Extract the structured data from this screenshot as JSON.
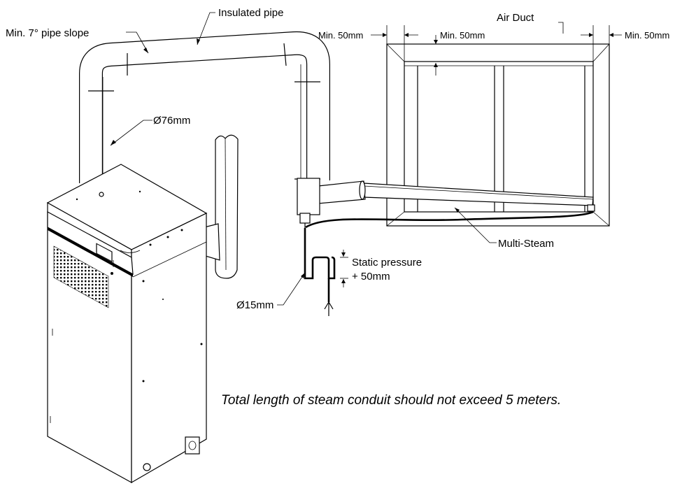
{
  "labels": {
    "insulated_pipe": "Insulated pipe",
    "min_pipe_slope": "Min. 7° pipe slope",
    "air_duct": "Air Duct",
    "min_50_left": "Min. 50mm",
    "min_50_top": "Min. 50mm",
    "min_50_right": "Min. 50mm",
    "dia_76": "Ø76mm",
    "multi_steam": "Multi-Steam",
    "static_pressure_1": "Static pressure",
    "static_pressure_2": "+ 50mm",
    "dia_15": "Ø15mm",
    "drain_symbol": "Y"
  },
  "note": "Total length of steam conduit should not exceed 5 meters."
}
